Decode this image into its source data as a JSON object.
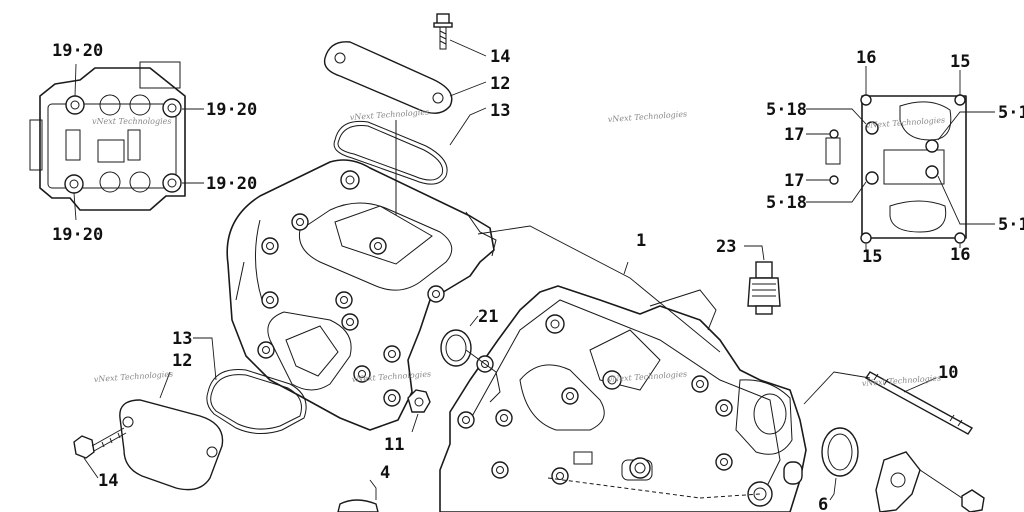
{
  "labels": {
    "l1": "1",
    "l4": "4",
    "l6": "6",
    "l10": "10",
    "l11": "11",
    "l12a": "12",
    "l12b": "12",
    "l13a": "13",
    "l13b": "13",
    "l14a": "14",
    "l14b": "14",
    "l15a": "15",
    "l15b": "15",
    "l16a": "16",
    "l16b": "16",
    "l17a": "17",
    "l17b": "17",
    "l21": "21",
    "l23": "23",
    "l1920a": "19·20",
    "l1920b": "19·20",
    "l1920c": "19·20",
    "l1920d": "19·20",
    "l518a": "5·18",
    "l518b": "5·18",
    "l518c": "5·1",
    "l518d": "5·1"
  },
  "watermark": "vNext Technologies",
  "colors": {
    "ink": "#1a1a1a",
    "watermark": "#8a8a8a",
    "background": "#ffffff"
  }
}
